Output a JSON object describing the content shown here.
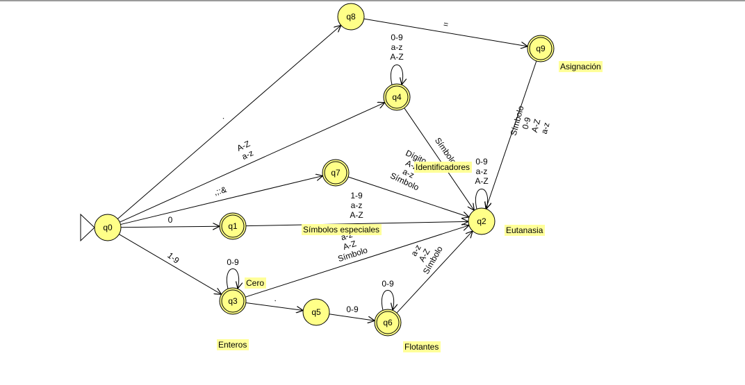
{
  "automaton": {
    "initial_state": "q0",
    "states": [
      {
        "id": "q0",
        "label": "q0",
        "accepting": false
      },
      {
        "id": "q1",
        "label": "q1",
        "accepting": true
      },
      {
        "id": "q2",
        "label": "q2",
        "accepting": false
      },
      {
        "id": "q3",
        "label": "q3",
        "accepting": true
      },
      {
        "id": "q4",
        "label": "q4",
        "accepting": true
      },
      {
        "id": "q5",
        "label": "q5",
        "accepting": false
      },
      {
        "id": "q6",
        "label": "q6",
        "accepting": true
      },
      {
        "id": "q7",
        "label": "q7",
        "accepting": true
      },
      {
        "id": "q8",
        "label": "q8",
        "accepting": false
      },
      {
        "id": "q9",
        "label": "q9",
        "accepting": true
      }
    ],
    "transitions": [
      {
        "from": "q0",
        "to": "q8",
        "labels": [
          "."
        ]
      },
      {
        "from": "q0",
        "to": "q4",
        "labels": [
          "A-Z",
          "a-z"
        ]
      },
      {
        "from": "q0",
        "to": "q7",
        "labels": [
          ",;:&"
        ]
      },
      {
        "from": "q0",
        "to": "q1",
        "labels": [
          "0"
        ]
      },
      {
        "from": "q0",
        "to": "q3",
        "labels": [
          "1-9"
        ]
      },
      {
        "from": "q8",
        "to": "q9",
        "labels": [
          "="
        ]
      },
      {
        "from": "q4",
        "to": "q4",
        "labels": [
          "0-9",
          "a-z",
          "A-Z"
        ]
      },
      {
        "from": "q4",
        "to": "q2",
        "labels": [
          "Símbolo"
        ]
      },
      {
        "from": "q9",
        "to": "q2",
        "labels": [
          "Símbolo",
          "0-9",
          "A-Z",
          "a-z"
        ]
      },
      {
        "from": "q7",
        "to": "q2",
        "labels": [
          "Dígito",
          "A-Z",
          "a-z",
          "Símbolo"
        ]
      },
      {
        "from": "q2",
        "to": "q2",
        "labels": [
          "0-9",
          "a-z",
          "A-Z"
        ]
      },
      {
        "from": "q1",
        "to": "q2",
        "labels": [
          "1-9",
          "a-z",
          "A-Z"
        ]
      },
      {
        "from": "q3",
        "to": "q3",
        "labels": [
          "0-9"
        ]
      },
      {
        "from": "q3",
        "to": "q2",
        "labels": [
          "a-z",
          "A-Z",
          "Símbolo"
        ]
      },
      {
        "from": "q3",
        "to": "q5",
        "labels": [
          "."
        ]
      },
      {
        "from": "q5",
        "to": "q6",
        "labels": [
          "0-9"
        ]
      },
      {
        "from": "q6",
        "to": "q6",
        "labels": [
          "0-9"
        ]
      },
      {
        "from": "q6",
        "to": "q2",
        "labels": [
          "a-z",
          "A-Z",
          "Símbolo"
        ]
      }
    ],
    "notes": [
      {
        "id": "asignacion",
        "text": "Asignación"
      },
      {
        "id": "identificadores",
        "text": "Identificadores"
      },
      {
        "id": "simbolos",
        "text": "Símbolos especiales"
      },
      {
        "id": "eutanasia",
        "text": "Eutanasia"
      },
      {
        "id": "cero",
        "text": "Cero"
      },
      {
        "id": "enteros",
        "text": "Enteros"
      },
      {
        "id": "flotantes",
        "text": "Flotantes"
      }
    ]
  },
  "colors": {
    "state_fill": "#ffff88",
    "note_fill": "#ffff99",
    "stroke": "#000000"
  }
}
